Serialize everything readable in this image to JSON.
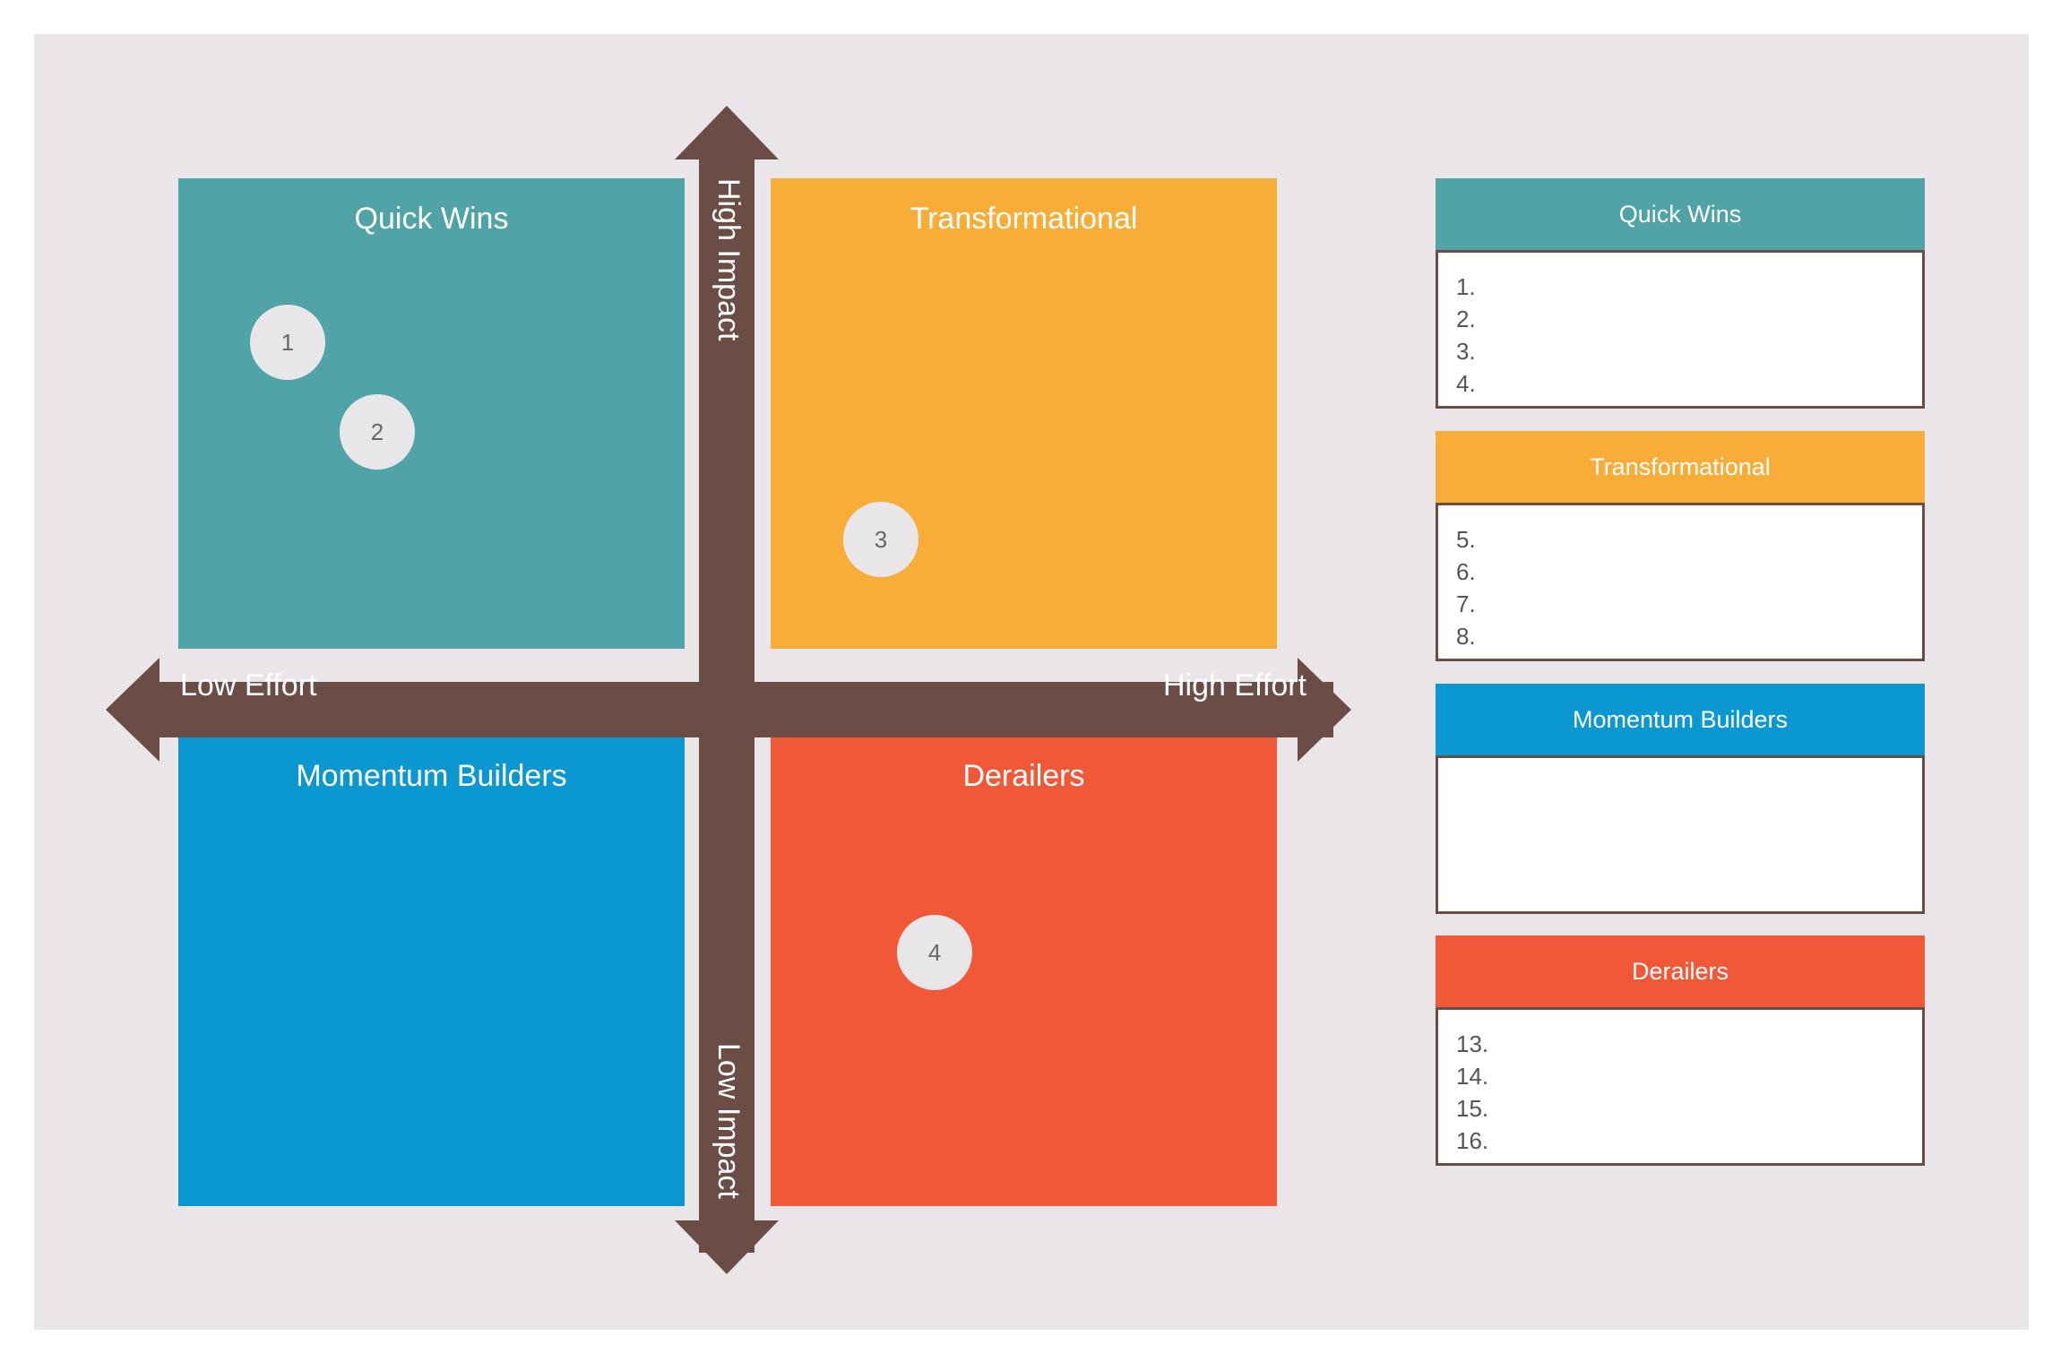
{
  "colors": {
    "quick_wins": "#50a4a8",
    "transformational": "#f8ad38",
    "momentum_builders": "#0b97cf",
    "derailers": "#f15838",
    "axis": "#6b4d45",
    "background": "#e9e5e8"
  },
  "quadrants": {
    "top_left": "Quick Wins",
    "top_right": "Transformational",
    "bottom_left": "Momentum Builders",
    "bottom_right": "Derailers"
  },
  "axes": {
    "left": "Low Effort",
    "right": "High Effort",
    "top": "High Impact",
    "bottom": "Low Impact"
  },
  "markers": [
    "1",
    "2",
    "3",
    "4"
  ],
  "panels": [
    {
      "title": "Quick Wins",
      "items": [
        "1.",
        "2.",
        "3.",
        "4."
      ]
    },
    {
      "title": "Transformational",
      "items": [
        "5.",
        "6.",
        "7.",
        "8."
      ]
    },
    {
      "title": "Momentum Builders",
      "items": []
    },
    {
      "title": "Derailers",
      "items": [
        "13.",
        "14.",
        "15.",
        "16."
      ]
    }
  ]
}
